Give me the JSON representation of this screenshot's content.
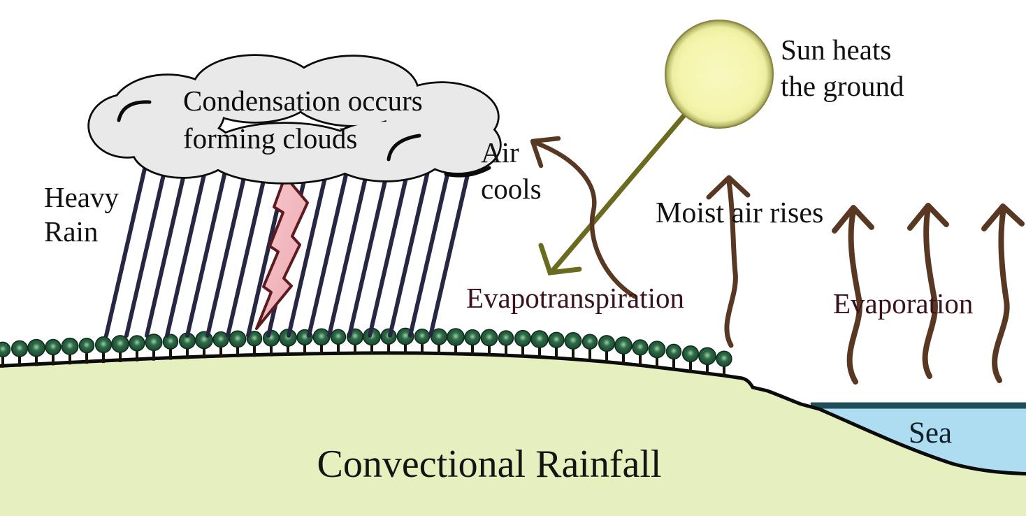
{
  "diagram_title": "Convectional Rainfall",
  "cloud": {
    "label_line1": "Condensation occurs",
    "label_line2": "forming clouds"
  },
  "labels": {
    "heavy_rain_line1": "Heavy",
    "heavy_rain_line2": "Rain",
    "air_cools_line1": "Air",
    "air_cools_line2": "cools",
    "sun_line1": "Sun heats",
    "sun_line2": "the ground",
    "moist_air": "Moist air rises",
    "evapotranspiration": "Evapotranspiration",
    "evaporation": "Evaporation",
    "sea": "Sea"
  },
  "colors": {
    "background": "#ffffff",
    "cloud_fill": "#e9e9e9",
    "outline_black": "#0b0b0b",
    "rain_blue": "#272744",
    "lightning_stroke": "#5d1a1f",
    "lightning_fill": "#f3bcc3",
    "sun_fill": "#f5f5af",
    "sun_edge": "#72722f",
    "sun_ray_olive": "#6b6b1f",
    "arrow_brown": "#583823",
    "label_maroon": "#3a141c",
    "ground_green": "#e6efbe",
    "tree_dark_green": "#16402c",
    "tree_highlight": "#9ecfa8",
    "sea_blue": "#aedcf0",
    "sea_surface_teal": "#1d4e5a"
  }
}
